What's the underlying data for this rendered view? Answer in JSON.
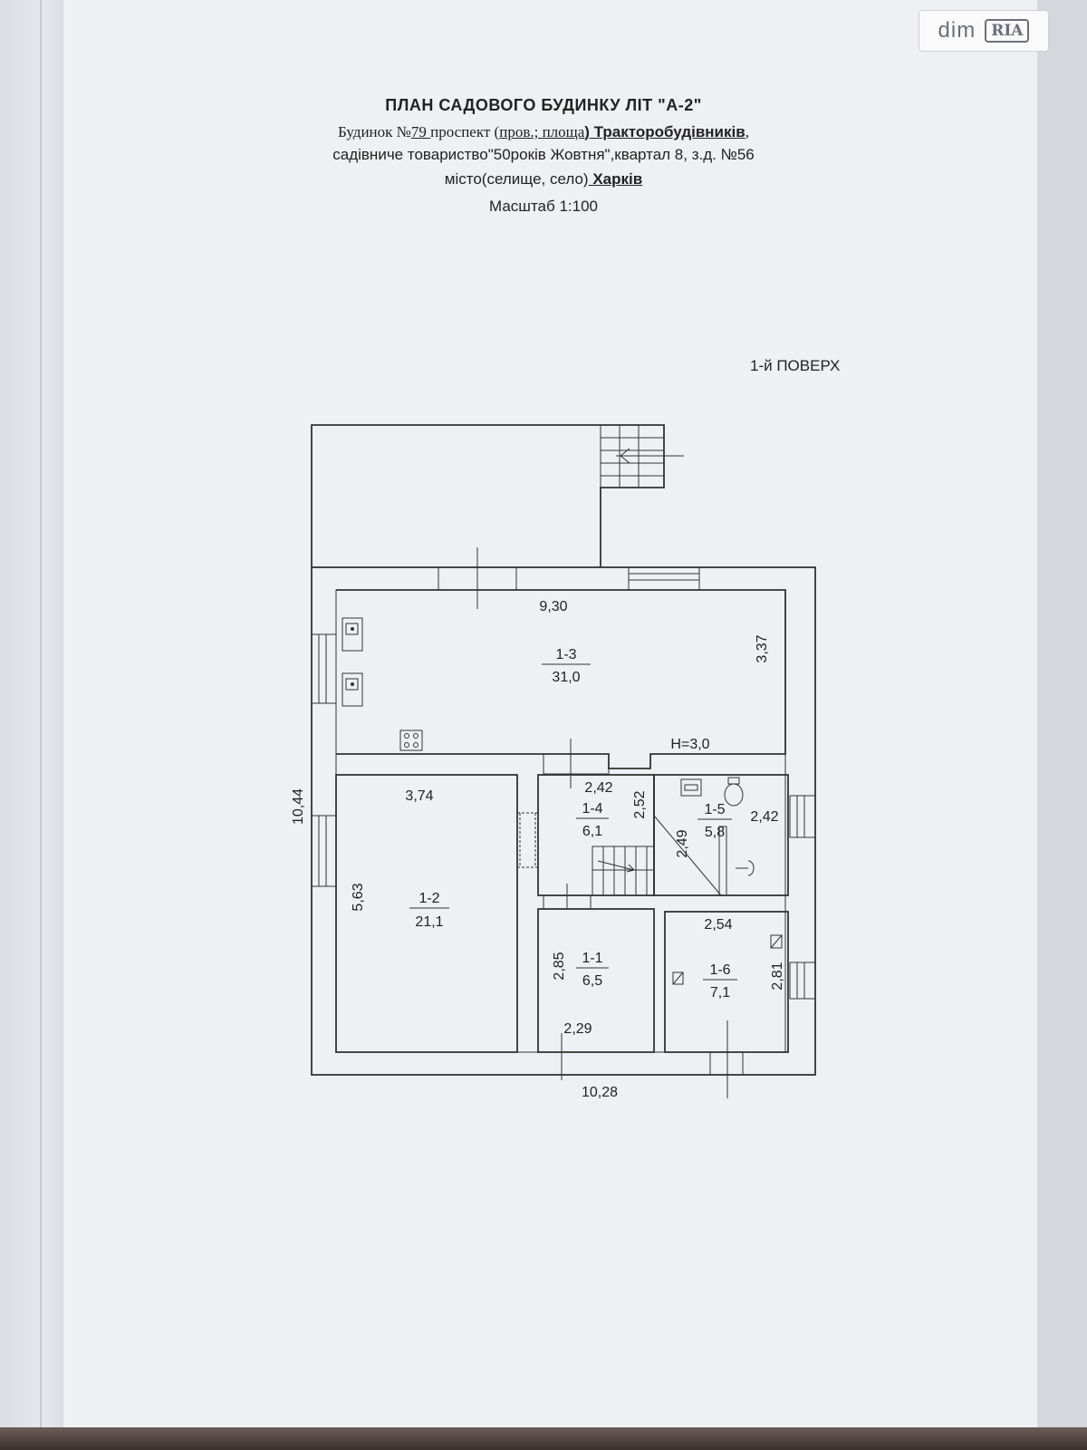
{
  "watermark": {
    "brand": "dim",
    "logo_text": "RIA"
  },
  "header": {
    "title": "ПЛАН САДОВОГО  БУДИНКУ ЛІТ \"А-2\"",
    "line2_prefix": "Будинок №",
    "house_no": "79 ",
    "line2_mid": "проспект (",
    "line2_mid_u": "пров.; площа",
    "street": ") Тракторобудівників",
    "line2_end": ",",
    "line3": "садівниче товариство\"50років Жовтня\",квартал 8, з.д. №56",
    "line4_prefix": "місто(селище, село)",
    "city": " Харків",
    "scale": "Масштаб 1:100"
  },
  "floor_label": "1-й ПОВЕРХ",
  "rooms": [
    {
      "id": "1-3",
      "area": "31,0"
    },
    {
      "id": "1-2",
      "area": "21,1"
    },
    {
      "id": "1-4",
      "area": "6,1"
    },
    {
      "id": "1-5",
      "area": "5,8"
    },
    {
      "id": "1-1",
      "area": "6,5"
    },
    {
      "id": "1-6",
      "area": "7,1"
    }
  ],
  "dimensions": {
    "room13_width": "9,30",
    "room13_depth": "3,37",
    "ceiling_height": "H=3,0",
    "overall_height": "10,44",
    "overall_width": "10,28",
    "room12_width": "3,74",
    "room12_depth": "5,63",
    "room14_width": "2,42",
    "room14_depth": "2,52",
    "room15_width": "2,49",
    "room15_depth": "2,42",
    "room11_width": "2,29",
    "room11_depth": "2,85",
    "room16_width": "2,54",
    "room16_depth": "2,81"
  }
}
